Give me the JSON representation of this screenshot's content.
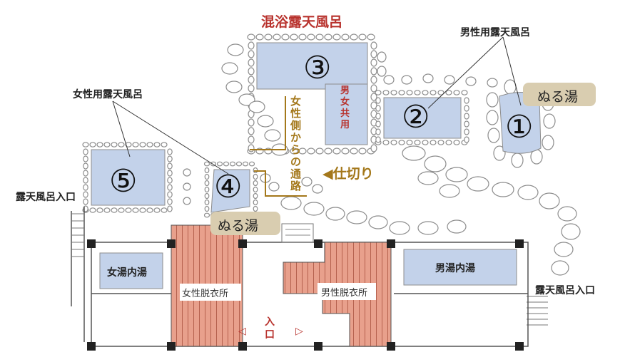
{
  "title": "混浴露天風呂",
  "labels": {
    "mens_outdoor": "男性用露天風呂",
    "womens_outdoor": "女性用露天風呂",
    "lukewarm_1": "ぬる湯",
    "lukewarm_4": "ぬる湯",
    "shared": "男女共用",
    "women_side_passage": "女性側からの通路",
    "partition": "◀仕切り",
    "outdoor_entrance_left": "露天風呂入口",
    "outdoor_entrance_right": "露天風呂入口",
    "womens_indoor": "女湯内湯",
    "mens_indoor": "男湯内湯",
    "womens_changing": "女性脱衣所",
    "mens_changing": "男性脱衣所",
    "entrance": "入口"
  },
  "baths": [
    {
      "number": "1",
      "label": "①"
    },
    {
      "number": "2",
      "label": "②"
    },
    {
      "number": "3",
      "label": "③"
    },
    {
      "number": "4",
      "label": "④"
    },
    {
      "number": "5",
      "label": "⑤"
    }
  ],
  "colors": {
    "water": "#c3d2ea",
    "changing_room": "#e8a08c",
    "title_red": "#b8322d",
    "passage_brown": "#a4781b",
    "lukewarm_bg": "#d9cdb0",
    "stone_stroke": "#8c8c8c"
  }
}
